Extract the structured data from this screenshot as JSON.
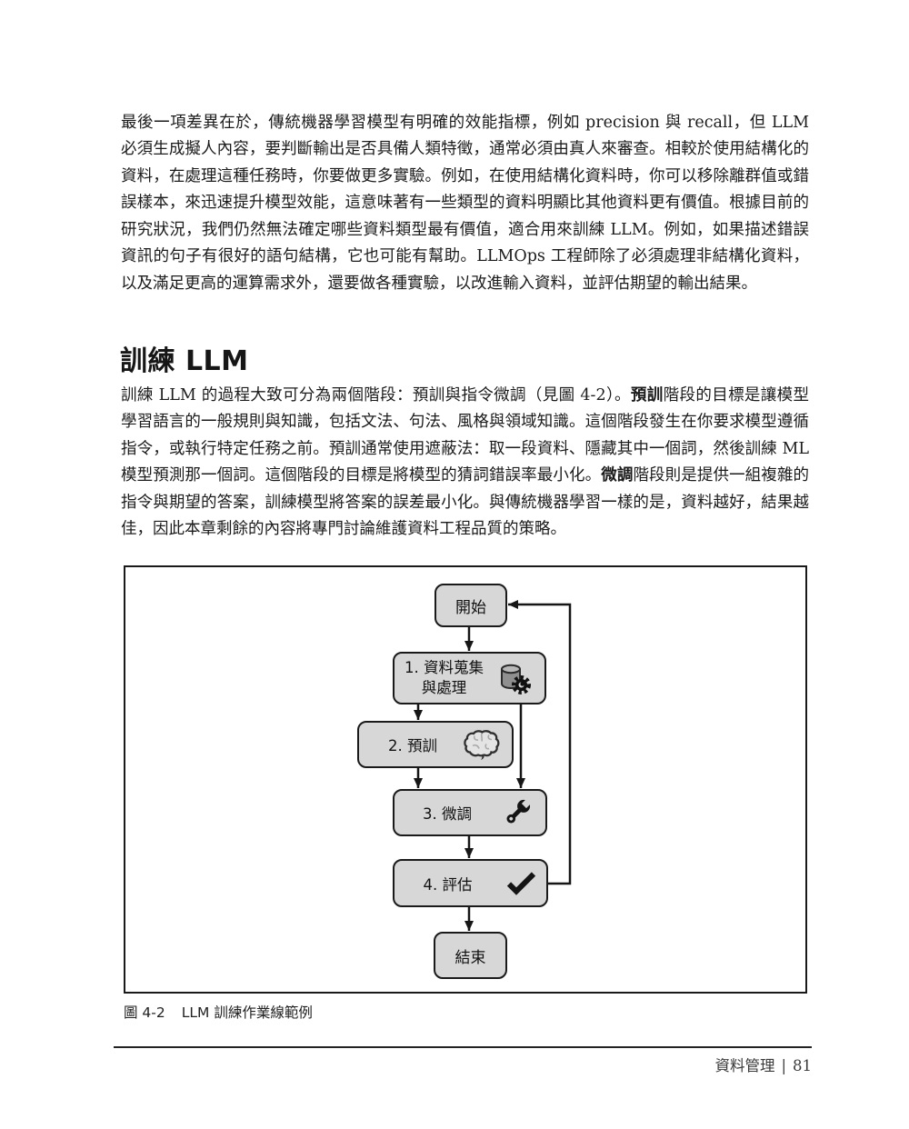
{
  "page": {
    "body": {
      "paragraph1": "最後一項差異在於，傳統機器學習模型有明確的效能指標，例如 precision 與 recall，但 LLM 必須生成擬人內容，要判斷輸出是否具備人類特徵，通常必須由真人來審查。相較於使用結構化的資料，在處理這種任務時，你要做更多實驗。例如，在使用結構化資料時，你可以移除離群值或錯誤樣本，來迅速提升模型效能，這意味著有一些類型的資料明顯比其他資料更有價值。根據目前的研究狀況，我們仍然無法確定哪些資料類型最有價值，適合用來訓練 LLM。例如，如果描述錯誤資訊的句子有很好的語句結構，它也可能有幫助。LLMOps 工程師除了必須處理非結構化資料，以及滿足更高的運算需求外，還要做各種實驗，以改進輸入資料，並評估期望的輸出結果。",
      "heading": "訓練 LLM",
      "paragraph2": {
        "seg1": "訓練 LLM 的過程大致可分為兩個階段：預訓與指令微調（見圖 4-2）。",
        "seg2_bold": "預訓",
        "seg3": "階段的目標是讓模型學習語言的一般規則與知識，包括文法、句法、風格與領域知識。這個階段發生在你要求模型遵循指令，或執行特定任務之前。預訓通常使用遮蔽法：取一段資料、隱藏其中一個詞，然後訓練 ML 模型預測那一個詞。這個階段的目標是將模型的猜詞錯誤率最小化。",
        "seg4_bold": "微調",
        "seg5": "階段則是提供一組複雜的指令與期望的答案，訓練模型將答案的誤差最小化。與傳統機器學習一樣的是，資料越好，結果越佳，因此本章剩餘的內容將專門討論維護資料工程品質的策略。"
      }
    },
    "figure": {
      "nodes": {
        "start": {
          "label": "開始"
        },
        "step1": {
          "line1": "1. 資料蒐集",
          "line2": "與處理",
          "icon": "database-gear-icon"
        },
        "step2": {
          "label": "2. 預訓",
          "icon": "brain-icon"
        },
        "step3": {
          "label": "3. 微調",
          "icon": "wrench-icon"
        },
        "step4": {
          "label": "4. 評估",
          "icon": "checkmark-icon"
        },
        "end": {
          "label": "結束"
        }
      },
      "edges": [
        "start→step1",
        "step1→step2",
        "step1→step3",
        "step2→step3",
        "step3→step4",
        "step4→end",
        "step4→start(loop)"
      ],
      "caption": {
        "label": "圖 4-2",
        "title": "LLM 訓練作業線範例"
      }
    },
    "footer": {
      "section": "資料管理",
      "separator": "|",
      "page_number": "81"
    },
    "colors": {
      "box_fill": "#d7d7d7",
      "box_border": "#1a1a1a",
      "text": "#1b1b1b"
    }
  }
}
